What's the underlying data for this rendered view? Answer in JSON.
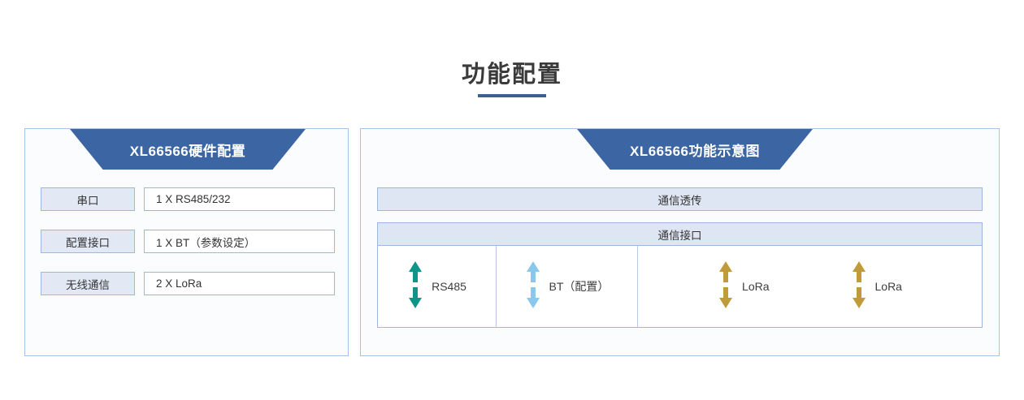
{
  "page": {
    "title": "功能配置",
    "accent_color": "#3a618f",
    "banner_color": "#3c66a3",
    "panel_border_color": "#a9c3e8",
    "bar_fill_color": "#dfe6f3"
  },
  "left_panel": {
    "banner_title": "XL66566硬件配置",
    "rows": [
      {
        "label": "串口",
        "value": "1 X RS485/232"
      },
      {
        "label": "配置接口",
        "value": "1 X BT（参数设定）"
      },
      {
        "label": "无线通信",
        "value": "2 X LoRa"
      }
    ]
  },
  "right_panel": {
    "banner_title": "XL66566功能示意图",
    "transparent_bar": "通信透传",
    "interface_bar": "通信接口",
    "ports": [
      {
        "label": "RS485",
        "arrow_color": "#0e9488",
        "icon": "double-arrow-vertical-icon"
      },
      {
        "label": "BT（配置）",
        "arrow_color": "#8ac7ec",
        "icon": "double-arrow-vertical-icon"
      },
      {
        "label": "LoRa",
        "arrow_color": "#c19a3a",
        "icon": "double-arrow-vertical-icon"
      },
      {
        "label": "LoRa",
        "arrow_color": "#c19a3a",
        "icon": "double-arrow-vertical-icon"
      }
    ]
  }
}
